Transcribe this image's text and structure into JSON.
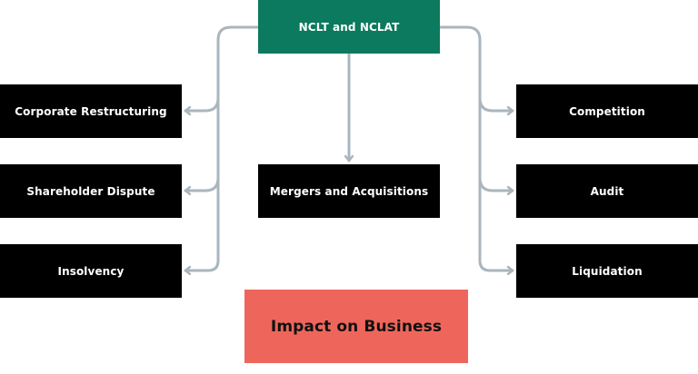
{
  "colors": {
    "root_fill": "#0b7a5e",
    "box_fill": "#000000",
    "footer_fill": "#ee665b",
    "connector": "#aab6bd",
    "text_light": "#ffffff",
    "text_dark": "#111111"
  },
  "root": {
    "label": "NCLT and NCLAT"
  },
  "left_nodes": [
    {
      "label": "Corporate Restructuring"
    },
    {
      "label": "Shareholder Dispute"
    },
    {
      "label": "Insolvency"
    }
  ],
  "center_node": {
    "label": "Mergers and Acquisitions"
  },
  "right_nodes": [
    {
      "label": "Competition"
    },
    {
      "label": "Audit"
    },
    {
      "label": "Liquidation"
    }
  ],
  "footer": {
    "label": "Impact on Business"
  }
}
